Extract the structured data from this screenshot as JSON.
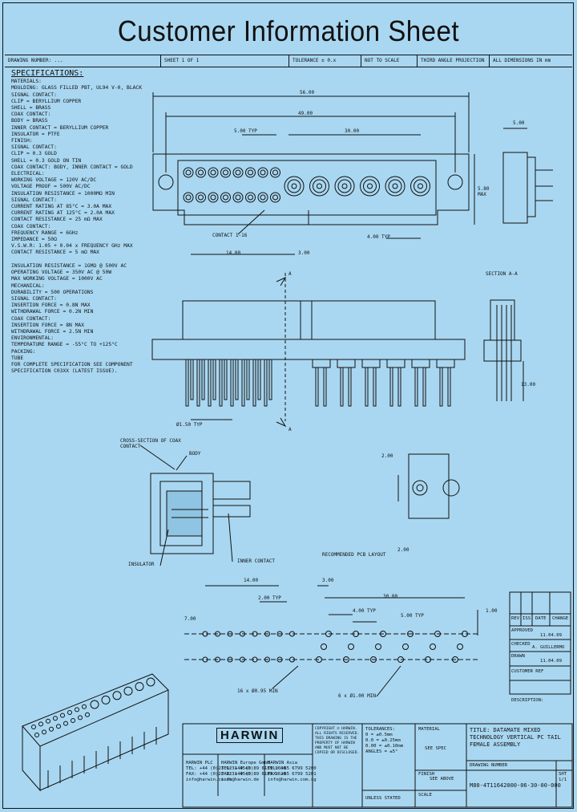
{
  "title": "Customer Information Sheet",
  "header": [
    "DRAWING NUMBER: ...",
    "SHEET 1 OF 1",
    "TOLERANCE ± 0.x",
    "NOT TO SCALE",
    "THIRD ANGLE PROJECTION",
    "ALL DIMENSIONS IN mm"
  ],
  "specs": {
    "heading": "SPECIFICATIONS:",
    "lines": [
      "MATERIALS:",
      "MOULDING: GLASS FILLED PBT, UL94 V-0, BLACK",
      "SIGNAL CONTACT:",
      "  CLIP = BERYLLIUM COPPER",
      "  SHELL = BRASS",
      "COAX CONTACT:",
      "  BODY = BRASS",
      "  INNER CONTACT = BERYLLIUM COPPER",
      "  INSULATOR = PTFE",
      "FINISH:",
      "SIGNAL CONTACT:",
      "  CLIP = 0.3 GOLD",
      "  SHELL = 0.3 GOLD ON TIN",
      "COAX CONTACT: BODY, INNER CONTACT = GOLD",
      "ELECTRICAL:",
      "WORKING VOLTAGE = 120V AC/DC",
      "VOLTAGE PROOF = 500V AC/DC",
      "INSULATION RESISTANCE = 1000MΩ MIN",
      "SIGNAL CONTACT:",
      "  CURRENT RATING AT 85°C = 3.0A MAX",
      "  CURRENT RATING AT 125°C = 2.0A MAX",
      "  CONTACT RESISTANCE = 25 mΩ MAX",
      "COAX CONTACT:",
      "  FREQUENCY RANGE = 6GHz",
      "  IMPEDANCE = 50Ω",
      "  V.S.W.R: 1.05 + 0.04 x FREQUENCY GHz MAX",
      "  CONTACT RESISTANCE = 5 mΩ MAX",
      "",
      "  INSULATION RESISTANCE = 1GMΩ @ 500V AC",
      "  OPERATING VOLTAGE = 350V AC @ 50W",
      "  MAX WORKING VOLTAGE = 1000V AC",
      "MECHANICAL:",
      "DURABILITY = 500 OPERATIONS",
      "SIGNAL CONTACT:",
      "  INSERTION FORCE = 0.8N MAX",
      "  WITHDRAWAL FORCE = 0.2N MIN",
      "COAX CONTACT:",
      "  INSERTION FORCE = 8N MAX",
      "  WITHDRAWAL FORCE = 2.5N MIN",
      "ENVIRONMENTAL:",
      "TEMPERATURE RANGE = -55°C TO +125°C",
      "PACKING:",
      "TUBE",
      "FOR COMPLETE SPECIFICATION SEE COMPONENT",
      "SPECIFICATION C03XX (LATEST ISSUE)."
    ]
  },
  "dims": {
    "d1": "56.00",
    "d2": "49.00",
    "d3": "5.00 TYP",
    "d4": "30.00",
    "d5": "5.00",
    "d6": "5.80 MAX",
    "d7": "4.00 TYP",
    "d8": "14.00",
    "d9": "3.00",
    "d10": "13.00",
    "d11": "Ø1.50 TYP",
    "d12": "2.00",
    "d13": "2.00",
    "d14": "14.00",
    "d15": "3.00",
    "d16": "2.00 TYP",
    "d17": "30.00",
    "d18": "4.00 TYP",
    "d19": "5.00 TYP",
    "d20": "1.00",
    "d21": "7.00",
    "d22": "16 x Ø0.95 MIN",
    "d23": "6 x Ø1.00 MIN"
  },
  "labels": {
    "contacts": "CONTACT 1-16",
    "section": "SECTION A-A",
    "arrow_a": "A",
    "coax_xsec": "CROSS-SECTION OF COAX CONTACT",
    "body": "BODY",
    "insulator": "INSULATOR",
    "inner": "INNER CONTACT",
    "pcb": "RECOMMENDED PCB LAYOUT"
  },
  "revision": {
    "headers": [
      "REV",
      "ISS",
      "DATE",
      "CHANGE"
    ],
    "approved": "APPROVED",
    "checked": "CHECKED",
    "drawn": "DRAWN",
    "customer": "CUSTOMER REF",
    "date1": "11.04.09",
    "checker": "A. GUILLERMO",
    "date2": "11.04.09",
    "description": "DESCRIPTION:"
  },
  "titleblock": {
    "logo": "HARWIN",
    "office_uk": [
      "HARWIN PLC",
      "TEL: +44 (0)23 9231 4545",
      "FAX: +44 (0)23 9231 4545",
      "info@harwin.co.uk"
    ],
    "office_eu": [
      "HARWIN Europe GmbH",
      "TEL: +49 (0)89 6189 9600",
      "FAX: +49 (0)89 6189 9620",
      "info@harwin.de"
    ],
    "office_asia": [
      "HARWIN Asia",
      "TEL: +65 6799 5200",
      "FAX: +65 6799 5201",
      "info@harwin.com.sg"
    ],
    "copyright": "COPYRIGHT © HARWIN. ALL RIGHTS RESERVED. THIS DRAWING IS THE PROPERTY OF HARWIN AND MUST NOT BE COPIED OR DISCLOSED.",
    "tolerances_label": "TOLERANCES:",
    "tolerances": [
      "0 = ±0.5mm",
      "0.0 = ±0.25mm",
      "0.00 = ±0.10mm",
      "ANGLES = ±5°"
    ],
    "unless": "UNLESS STATED",
    "material_label": "MATERIAL",
    "material": "SEE SPEC",
    "finish_label": "FINISH",
    "finish": "SEE ABOVE",
    "scale_label": "SCALE",
    "part_title": "TITLE: DATAMATE MIXED TECHNOLOGY VERTICAL PC TAIL FEMALE ASSEMBLY",
    "drawing_no_label": "DRAWING NUMBER",
    "drawing_no": "M80-4T11642000-06-30-00-000",
    "sheet": "SHT 1/1"
  }
}
